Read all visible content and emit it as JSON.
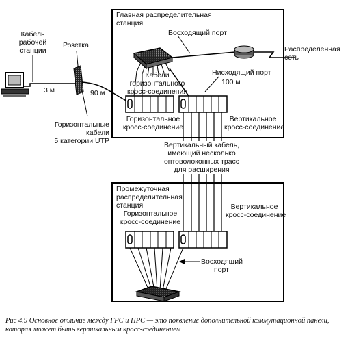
{
  "labels": {
    "main_station": "Главная распределительная\nстанция",
    "uplink_port_top": "Восходящий порт",
    "distributed_network": "Распределенная\nсеть",
    "workstation_cable": "Кабель\nрабочей\nстанции",
    "outlet": "Розетка",
    "len_3m": "3 м",
    "len_90m": "90 м",
    "len_100m": "100 м",
    "downlink_port": "Нисходящий порт",
    "horizontal_cross_cables": "Кабели\nгоризонтального\nкросс-соединения",
    "horizontal_cross_top": "Горизонтальное\nкросс-соединение",
    "vertical_cross_top": "Вертикальное\nкросс-соединение",
    "horizontal_cables": "Горизонтальные\nкабели\n5 категории UTP",
    "vertical_cable": "Вертикальный кабель,\nимеющий несколько\nоптоволоконных трасс\nдля расширения",
    "intermediate_station": "Промежуточная\nраспределительная\nстанция",
    "horizontal_cross_bottom": "Горизонтальное\nкросс-соединение",
    "vertical_cross_bottom": "Вертикальное\nкросс-соединение",
    "uplink_port_bottom": "Восходящий\nпорт"
  },
  "caption": "Рис 4.9  Основное отличие между ГРС и ПРС — это появление дополнительной коммутационной панели, которая может быть вертикальным кросс-соединением"
}
